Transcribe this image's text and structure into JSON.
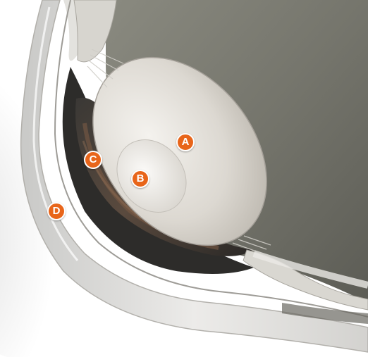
{
  "diagram": {
    "marker_color": "#e8651a",
    "labels": [
      {
        "id": "A",
        "text": "A"
      },
      {
        "id": "B",
        "text": "B"
      },
      {
        "id": "C",
        "text": "C"
      },
      {
        "id": "D",
        "text": "D"
      }
    ]
  }
}
